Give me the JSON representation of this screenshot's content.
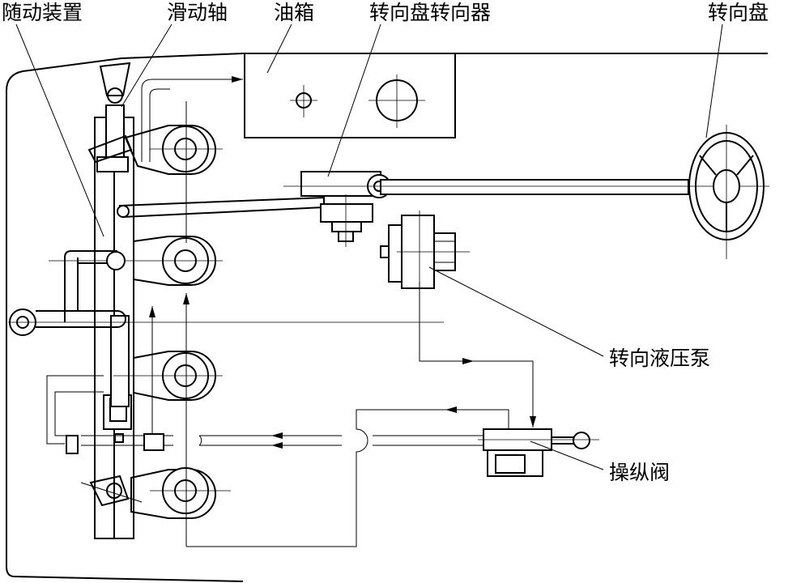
{
  "labels": {
    "follow_up_device": "随动装置",
    "sliding_shaft": "滑动轴",
    "oil_tank": "油箱",
    "steering_wheel_steerer": "转向盘转向器",
    "steering_wheel": "转向盘",
    "steering_hydraulic_pump": "转向液压泵",
    "control_valve": "操纵阀"
  }
}
